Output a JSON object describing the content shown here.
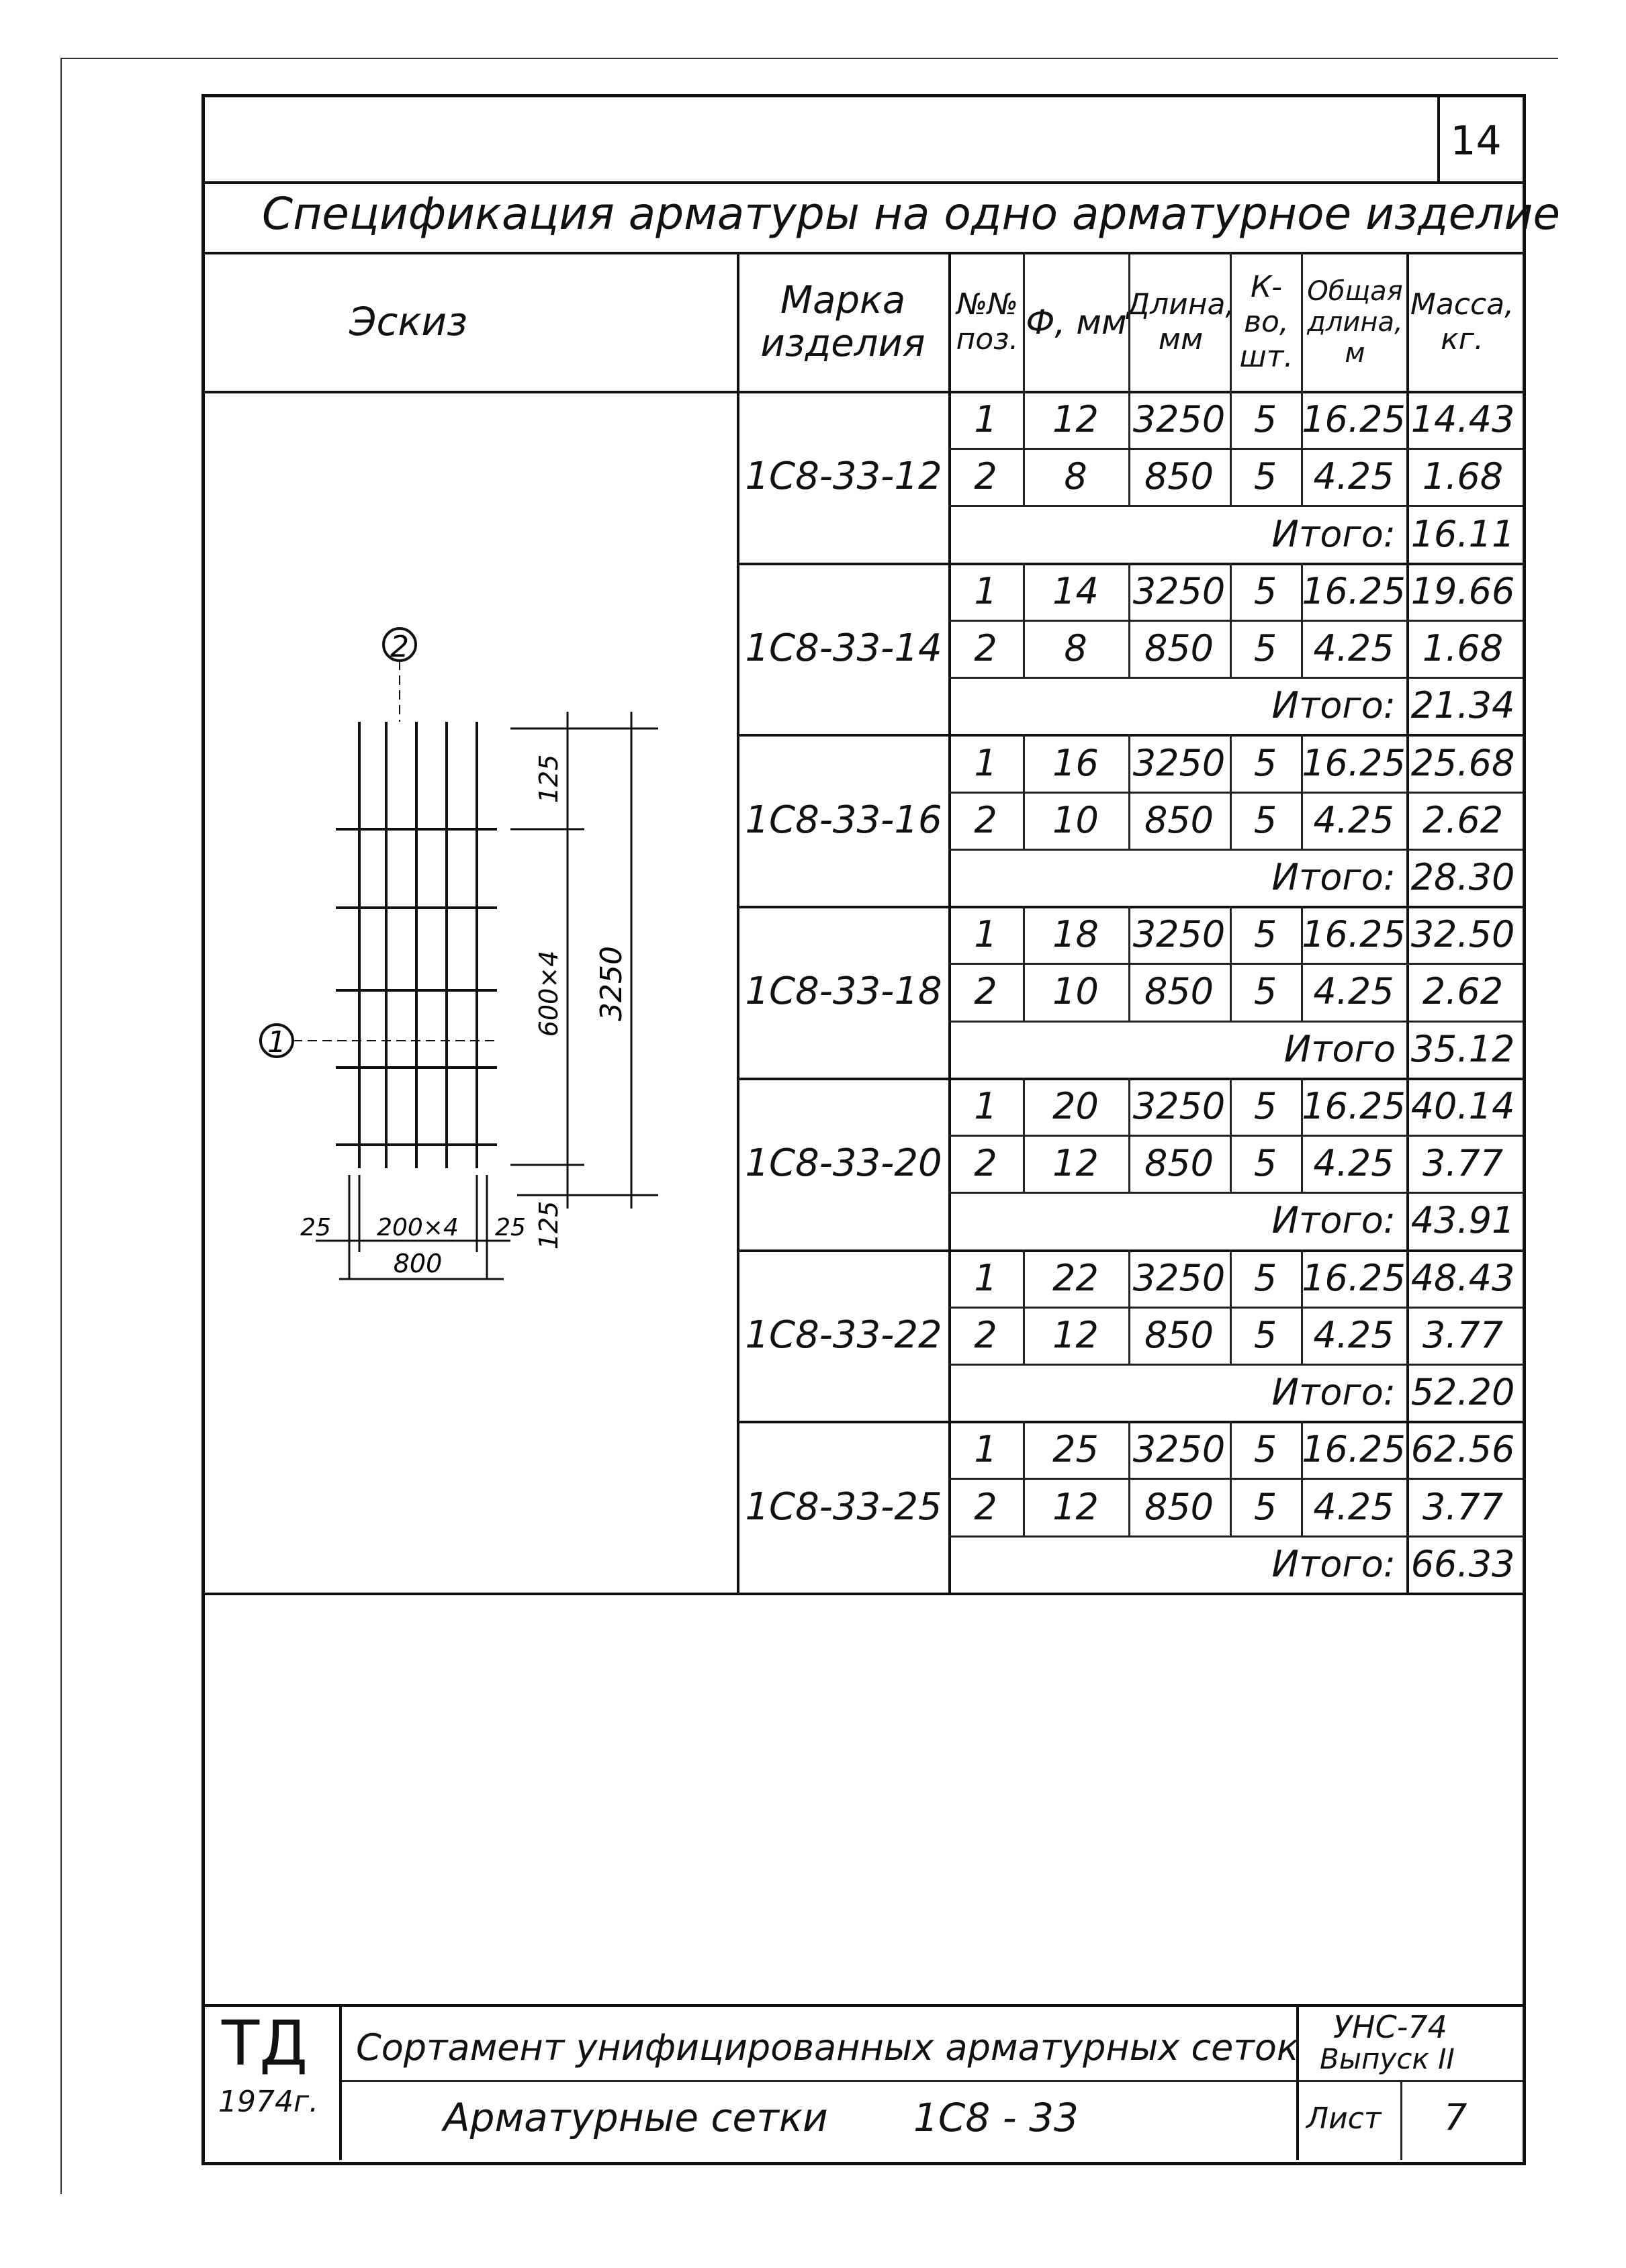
{
  "page": {
    "sheet_number": "14"
  },
  "spec_title": "Спецификация арматуры на одно арматурное изделие",
  "table": {
    "headers": {
      "sketch": "Эскиз",
      "mark": "Марка изделия",
      "pos": "№№ поз.",
      "diam": "Ф, мм",
      "length": "Длина, мм",
      "qty": "К-во, шт.",
      "total_len": "Общая длина, м",
      "mass": "Масса, кг."
    },
    "products": [
      {
        "mark": "1С8-33-12",
        "rows": [
          {
            "pos": "1",
            "diam": "12",
            "length": "3250",
            "qty": "5",
            "total_len": "16.25",
            "mass": "14.43"
          },
          {
            "pos": "2",
            "diam": "8",
            "length": "850",
            "qty": "5",
            "total_len": "4.25",
            "mass": "1.68"
          }
        ],
        "total_label": "Итого:",
        "total": "16.11"
      },
      {
        "mark": "1С8-33-14",
        "rows": [
          {
            "pos": "1",
            "diam": "14",
            "length": "3250",
            "qty": "5",
            "total_len": "16.25",
            "mass": "19.66"
          },
          {
            "pos": "2",
            "diam": "8",
            "length": "850",
            "qty": "5",
            "total_len": "4.25",
            "mass": "1.68"
          }
        ],
        "total_label": "Итого:",
        "total": "21.34"
      },
      {
        "mark": "1С8-33-16",
        "rows": [
          {
            "pos": "1",
            "diam": "16",
            "length": "3250",
            "qty": "5",
            "total_len": "16.25",
            "mass": "25.68"
          },
          {
            "pos": "2",
            "diam": "10",
            "length": "850",
            "qty": "5",
            "total_len": "4.25",
            "mass": "2.62"
          }
        ],
        "total_label": "Итого:",
        "total": "28.30"
      },
      {
        "mark": "1С8-33-18",
        "rows": [
          {
            "pos": "1",
            "diam": "18",
            "length": "3250",
            "qty": "5",
            "total_len": "16.25",
            "mass": "32.50"
          },
          {
            "pos": "2",
            "diam": "10",
            "length": "850",
            "qty": "5",
            "total_len": "4.25",
            "mass": "2.62"
          }
        ],
        "total_label": "Итого",
        "total": "35.12"
      },
      {
        "mark": "1С8-33-20",
        "rows": [
          {
            "pos": "1",
            "diam": "20",
            "length": "3250",
            "qty": "5",
            "total_len": "16.25",
            "mass": "40.14"
          },
          {
            "pos": "2",
            "diam": "12",
            "length": "850",
            "qty": "5",
            "total_len": "4.25",
            "mass": "3.77"
          }
        ],
        "total_label": "Итого:",
        "total": "43.91"
      },
      {
        "mark": "1С8-33-22",
        "rows": [
          {
            "pos": "1",
            "diam": "22",
            "length": "3250",
            "qty": "5",
            "total_len": "16.25",
            "mass": "48.43"
          },
          {
            "pos": "2",
            "diam": "12",
            "length": "850",
            "qty": "5",
            "total_len": "4.25",
            "mass": "3.77"
          }
        ],
        "total_label": "Итого:",
        "total": "52.20"
      },
      {
        "mark": "1С8-33-25",
        "rows": [
          {
            "pos": "1",
            "diam": "25",
            "length": "3250",
            "qty": "5",
            "total_len": "16.25",
            "mass": "62.56"
          },
          {
            "pos": "2",
            "diam": "12",
            "length": "850",
            "qty": "5",
            "total_len": "4.25",
            "mass": "3.77"
          }
        ],
        "total_label": "Итого:",
        "total": "66.33"
      }
    ]
  },
  "sketch": {
    "callout_top": "2",
    "callout_left": "1",
    "dim_top": "125",
    "dim_mid": "600×4",
    "dim_total": "3250",
    "dim_bottom": "125",
    "dim_left": "25",
    "dim_spacing": "200×4",
    "dim_right": "25",
    "dim_width": "800"
  },
  "title_block": {
    "logo": "ТД",
    "year": "1974г.",
    "title1": "Сортамент унифицированных арматурных сеток",
    "title2_a": "Арматурные сетки",
    "title2_b": "1С8 - 33",
    "series": "УНС-74",
    "issue": "Выпуск II",
    "sheet_label": "Лист",
    "sheet": "7"
  }
}
